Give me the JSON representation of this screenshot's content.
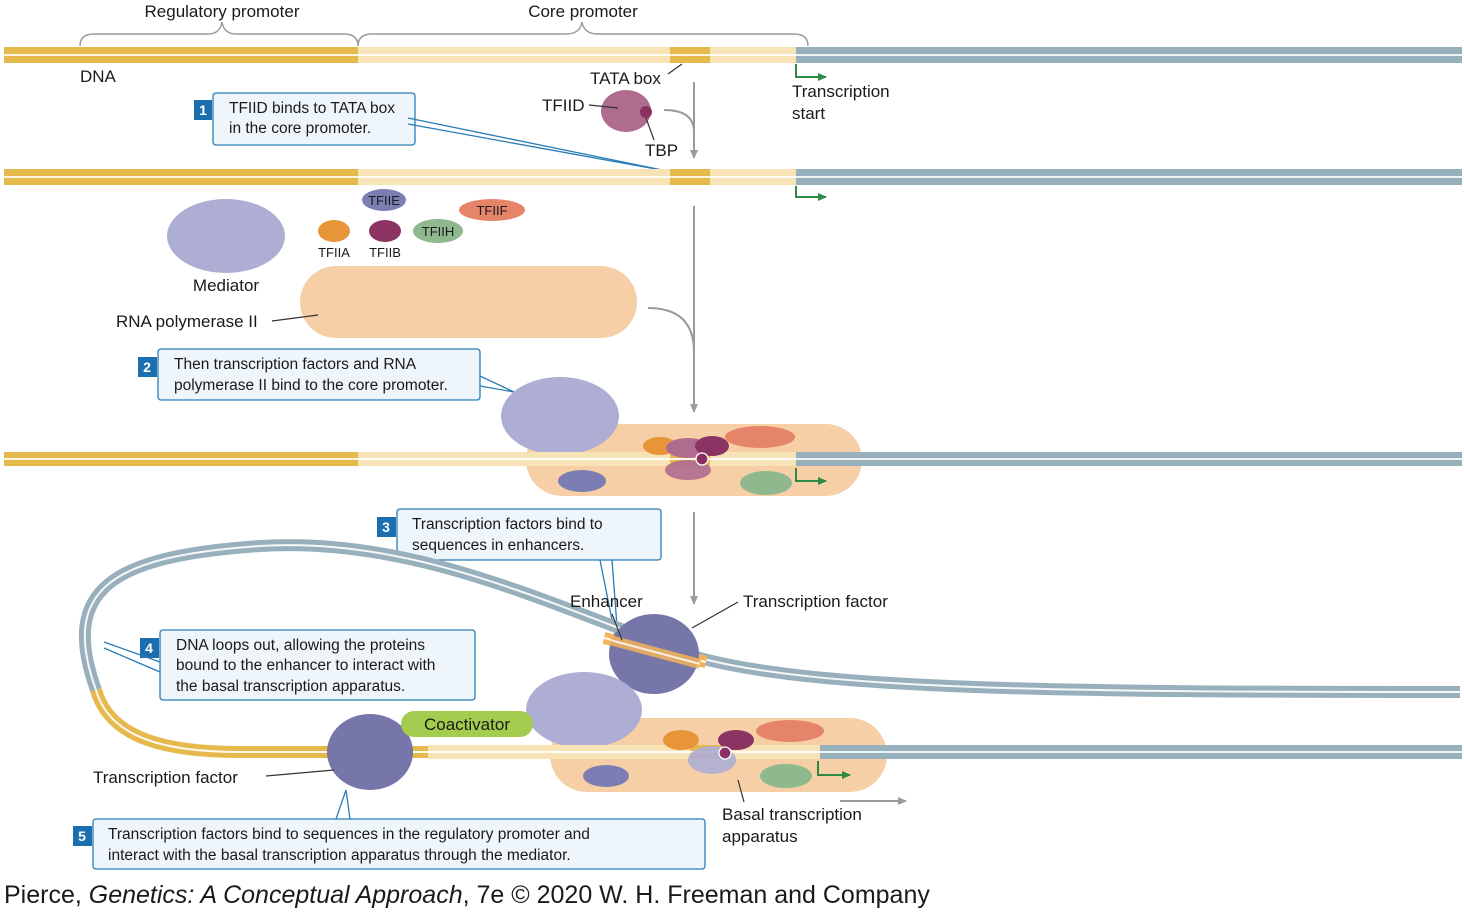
{
  "labels": {
    "regulatory_promoter": "Regulatory promoter",
    "core_promoter": "Core promoter",
    "dna": "DNA",
    "tata_box": "TATA box",
    "tfiid": "TFIID",
    "tbp": "TBP",
    "transcription_start_line1": "Transcription",
    "transcription_start_line2": "start",
    "tfiie": "TFIIE",
    "tfiif": "TFIIF",
    "tfiih": "TFIIH",
    "tfiia": "TFIIA",
    "tfiib": "TFIIB",
    "mediator": "Mediator",
    "rna_polymerase_ii": "RNA polymerase II",
    "enhancer": "Enhancer",
    "transcription_factor": "Transcription factor",
    "coactivator": "Coactivator",
    "basal_line1": "Basal transcription",
    "basal_line2": "apparatus"
  },
  "steps": [
    {
      "number": "1",
      "lines": [
        "TFIID binds to TATA box",
        "in the core promoter."
      ]
    },
    {
      "number": "2",
      "lines": [
        "Then transcription factors and RNA",
        "polymerase II bind to the core promoter."
      ]
    },
    {
      "number": "3",
      "lines": [
        "Transcription factors bind to",
        "sequences in enhancers."
      ]
    },
    {
      "number": "4",
      "lines": [
        "DNA loops out, allowing the proteins",
        "bound to the enhancer to interact with",
        "the basal transcription apparatus."
      ]
    },
    {
      "number": "5",
      "lines": [
        "Transcription factors bind to sequences in the regulatory promoter and",
        "interact with the basal transcription apparatus through the mediator."
      ]
    }
  ],
  "credit": {
    "prefix": "Pierce, ",
    "title": "Genetics: A Conceptual Approach",
    "suffix": ", 7e © 2020 W. H. Freeman and Company"
  },
  "colors": {
    "regulatory_dna": "#e6b94c",
    "core_dna": "#f7e3b5",
    "tata": "#e6b94c",
    "gene_dna": "#98b0bc",
    "tfiid": "#b06c8e",
    "tbp": "#8b2f60",
    "tfiie": "#7c7db2",
    "tfiif": "#e6846a",
    "tfiih": "#8fb88e",
    "tfiia": "#e8953a",
    "tfiib": "#8b3362",
    "mediator": "#aeaed4",
    "rna_pol": "#f6cfa6",
    "transcription_factor": "#7676a9",
    "coactivator": "#a4cc4e",
    "box_border": "#2a7db5",
    "box_fill": "#eef6fb",
    "step_badge": "#1b6fae",
    "start_arrow": "#2e8b45",
    "flow_arrow": "#9a9a9a"
  }
}
